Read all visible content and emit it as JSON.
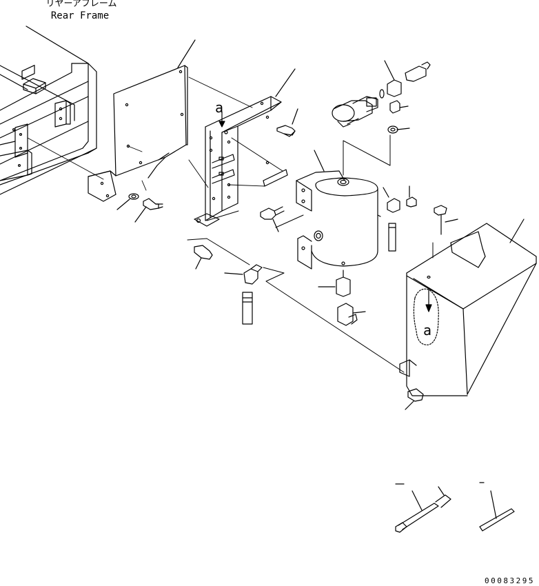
{
  "title_jp": "リヤーアフレーム",
  "title_en": "Rear Frame",
  "view_marker_top": "a",
  "view_marker_cover": "a",
  "drawing_number": "00083295",
  "line_color": "#000000"
}
